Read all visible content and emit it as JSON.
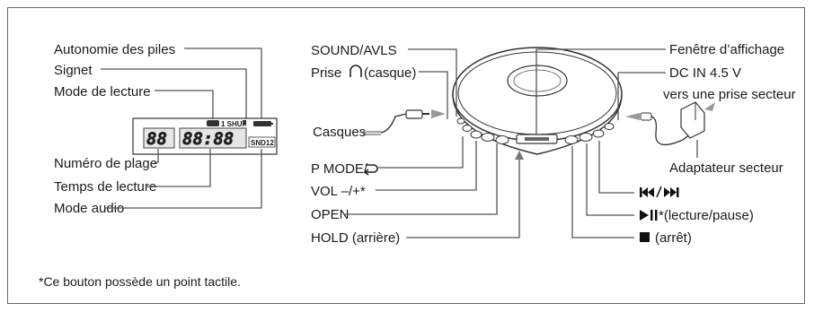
{
  "labels": {
    "autonomie": "Autonomie des piles",
    "signet": "Signet",
    "mode_lecture": "Mode de lecture",
    "numero_plage": "Numéro de plage",
    "temps_lecture": "Temps de lecture",
    "mode_audio": "Mode audio",
    "sound_avls": "SOUND/AVLS",
    "prise": "Prise",
    "prise_suffix": "(casque)",
    "casques": "Casques",
    "p_mode": "P MODE/",
    "vol": "VOL –/+*",
    "open": "OPEN",
    "hold": "HOLD (arrière)",
    "fenetre": "Fenêtre d’affichage",
    "dc_in": "DC IN 4.5 V",
    "vers_prise": "vers une prise secteur",
    "adaptateur": "Adaptateur secteur",
    "play_pause": "*(lecture/pause)",
    "stop": "(arrêt)"
  },
  "display": {
    "shuf": "1 SHUF",
    "track": "88",
    "time": "88:88",
    "snd": "SND12"
  },
  "footnote": "*Ce bouton possède un point tactile."
}
